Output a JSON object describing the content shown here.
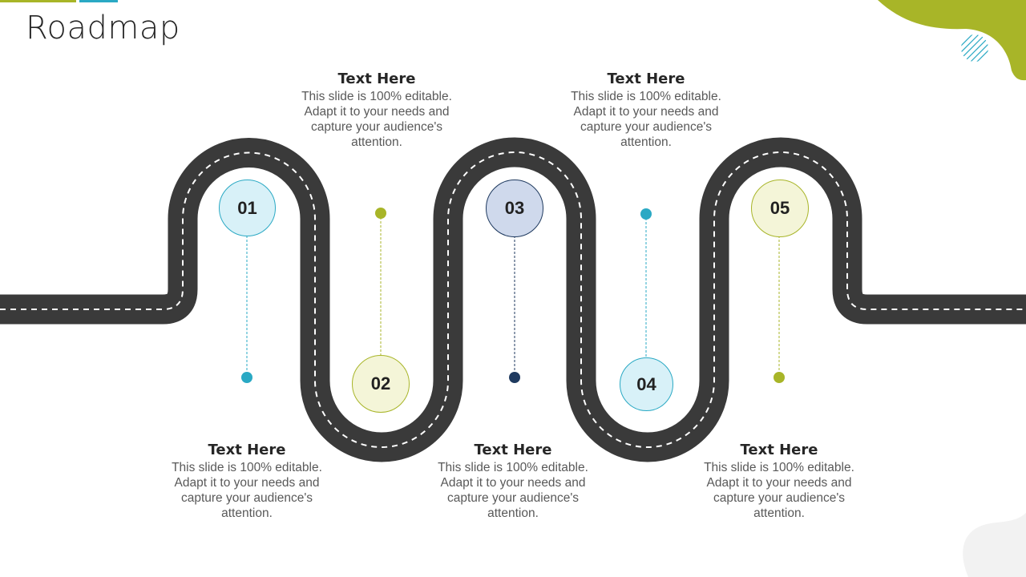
{
  "title": "Roadmap",
  "colors": {
    "road": "#3a3a3a",
    "olive": "#a8b528",
    "teal": "#2aa9c4",
    "navy": "#1f3a5f",
    "light_blue": "#d8f1f8",
    "pale_yellow": "#f4f5d8",
    "steel_blue": "#cfd9ec"
  },
  "steps": [
    {
      "number": "01",
      "heading": "Text Here",
      "body": "This slide is 100% editable. Adapt it to your needs and capture your audience's attention.",
      "accent": "teal"
    },
    {
      "number": "02",
      "heading": "Text Here",
      "body": "This slide is 100% editable. Adapt it to your needs and capture your audience's attention.",
      "accent": "olive"
    },
    {
      "number": "03",
      "heading": "Text Here",
      "body": "This slide is 100% editable. Adapt it to your needs and capture your audience's attention.",
      "accent": "navy"
    },
    {
      "number": "04",
      "heading": "Text Here",
      "body": "This slide is 100% editable. Adapt it to your needs and capture your audience's attention.",
      "accent": "teal"
    },
    {
      "number": "05",
      "heading": "Text Here",
      "body": "This slide is 100% editable. Adapt it to your needs and capture your audience's attention.",
      "accent": "olive"
    }
  ]
}
